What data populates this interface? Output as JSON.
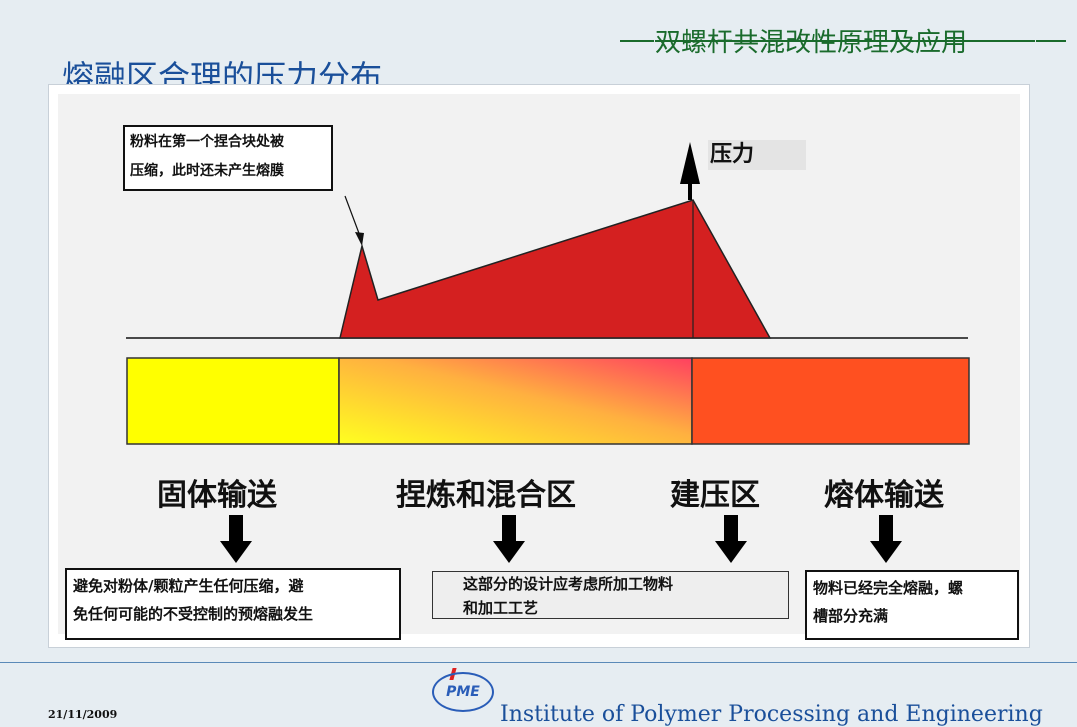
{
  "header": {
    "course_title": "双螺杆共混改性原理及应用",
    "slide_title": "熔融区合理的压力分布"
  },
  "diagram": {
    "pressure_label": "压力",
    "callout_top": {
      "line1": "粉料在第一个捏合块处被",
      "line2": "压缩，此时还未产生熔膜"
    },
    "zones": [
      {
        "label": "固体输送",
        "color": "#ffff00"
      },
      {
        "label": "捏炼和混合区",
        "color": "#ffd040"
      },
      {
        "label": "建压区",
        "color": "#ff5020"
      },
      {
        "label": "熔体输送",
        "color": "#ff5020"
      }
    ],
    "notes": [
      {
        "line1": "避免对粉体/颗粒产生任何压缩，避",
        "line2": "免任何可能的不受控制的预熔融发生"
      },
      {
        "line1": "这部分的设计应考虑所加工物料",
        "line2": "和加工工艺"
      },
      {
        "line1": "物料已经完全熔融，螺",
        "line2": "槽部分充满"
      }
    ],
    "colors": {
      "pressure_fill": "#d42020",
      "arrow": "#000000"
    }
  },
  "footer": {
    "date": "21/11/2009",
    "logo_text": "PME",
    "institute": "Institute of Polymer Processing and Engineering"
  }
}
